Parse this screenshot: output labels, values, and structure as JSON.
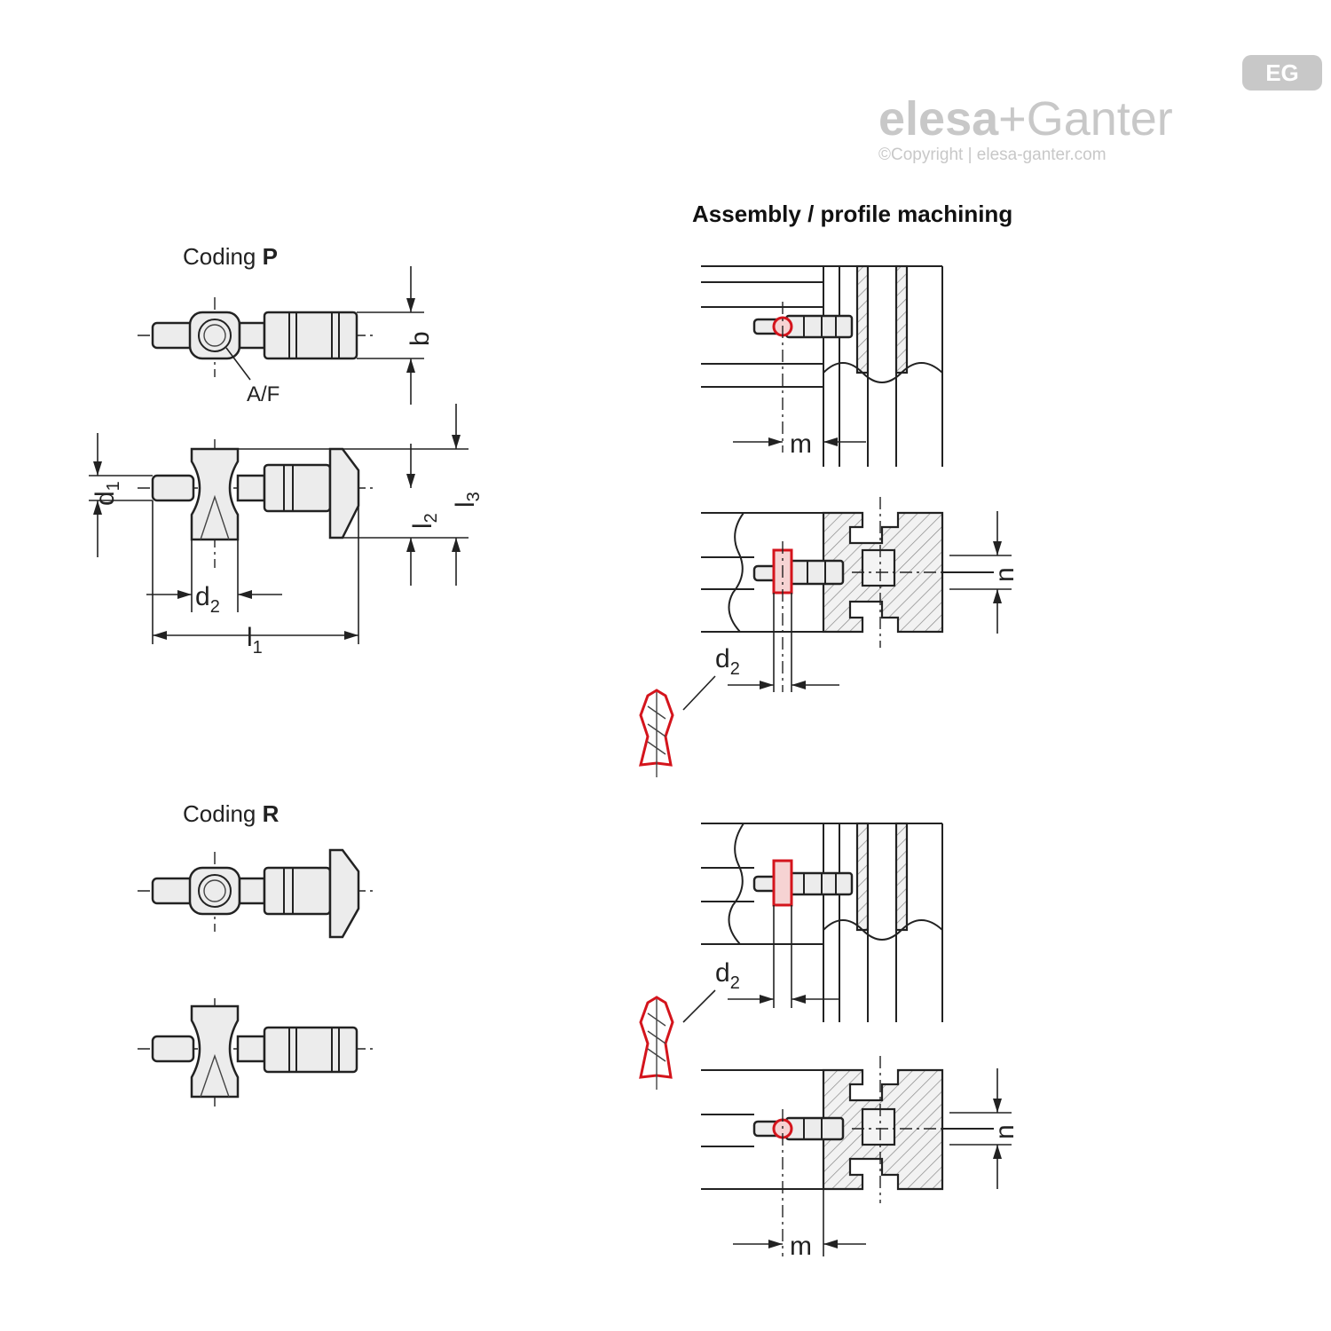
{
  "logo": {
    "brand_part1": "elesa",
    "brand_plus": "+",
    "brand_part2": "Ganter",
    "badge": "EG",
    "copyright": "©Copyright | elesa-ganter.com"
  },
  "coding_p": {
    "prefix": "Coding ",
    "letter": "P"
  },
  "coding_r": {
    "prefix": "Coding ",
    "letter": "R"
  },
  "assembly_title": "Assembly / profile machining",
  "dims": {
    "b": "b",
    "af": "A/F",
    "d1": "d",
    "d1_sub": "1",
    "d2": "d",
    "d2_sub": "2",
    "l1": "l",
    "l1_sub": "1",
    "l2": "l",
    "l2_sub": "2",
    "l3": "l",
    "l3_sub": "3",
    "m": "m",
    "n": "n"
  },
  "colors": {
    "highlight": "#d4141c",
    "logo": "#c8c8c8"
  }
}
